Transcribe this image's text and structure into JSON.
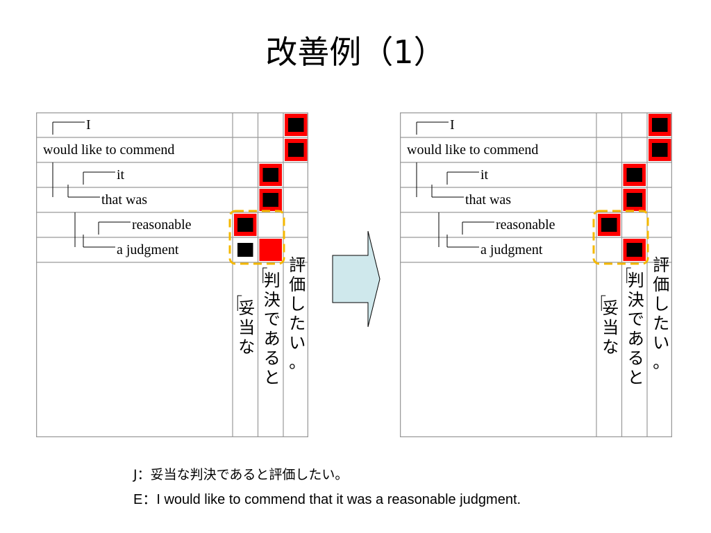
{
  "title": "改善例（1）",
  "english_labels": [
    "I",
    "would like to commend",
    "it",
    "that was",
    "reasonable",
    "a judgment"
  ],
  "japanese_columns": [
    {
      "bracket": "┌",
      "text": "妥当な"
    },
    {
      "bracket": "┌",
      "text": "判決であると"
    },
    {
      "bracket": "",
      "text": "評価したい。"
    }
  ],
  "colors": {
    "red": "#ff0000",
    "black": "#000000",
    "highlight": "#f5b800",
    "grid": "#999999",
    "arrow_fill": "#cfe8ec"
  },
  "matrices": [
    {
      "name": "before",
      "cells": [
        {
          "row": 0,
          "col": 2,
          "state": "black"
        },
        {
          "row": 1,
          "col": 2,
          "state": "black"
        },
        {
          "row": 2,
          "col": 1,
          "state": "black"
        },
        {
          "row": 3,
          "col": 1,
          "state": "black"
        },
        {
          "row": 4,
          "col": 0,
          "state": "black"
        },
        {
          "row": 5,
          "col": 0,
          "state": "black-plain"
        },
        {
          "row": 5,
          "col": 1,
          "state": "red"
        }
      ]
    },
    {
      "name": "after",
      "cells": [
        {
          "row": 0,
          "col": 2,
          "state": "black"
        },
        {
          "row": 1,
          "col": 2,
          "state": "black"
        },
        {
          "row": 2,
          "col": 1,
          "state": "black"
        },
        {
          "row": 3,
          "col": 1,
          "state": "black"
        },
        {
          "row": 4,
          "col": 0,
          "state": "black"
        },
        {
          "row": 5,
          "col": 1,
          "state": "black"
        }
      ]
    }
  ],
  "captions": {
    "j": "J：妥当な判決であると評価したい。",
    "e": "E：I would like to commend that it was a reasonable judgment."
  }
}
